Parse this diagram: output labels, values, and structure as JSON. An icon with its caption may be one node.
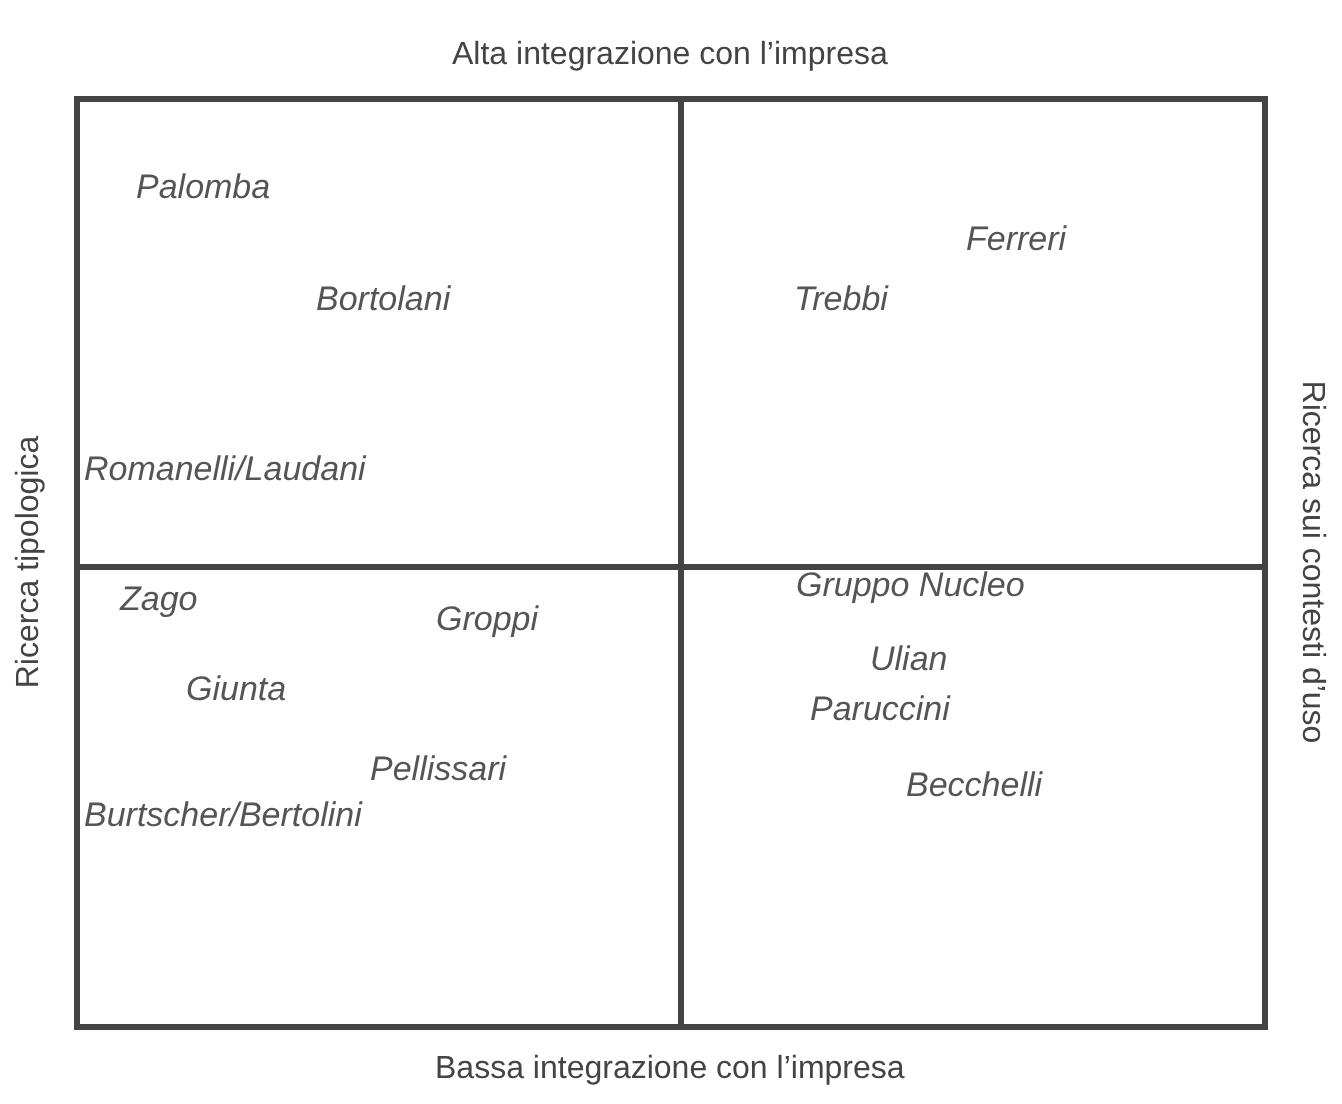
{
  "diagram": {
    "nodes": [
      {
        "text": [
          "Palomba",
          "Bortolani",
          "Romanelli/Laudani"
        ]
      },
      {
        "text": [
          "Ferreri",
          "Trebbi"
        ]
      },
      {
        "text": [
          "Zago",
          "Groppi",
          "Giunta",
          "Pellissari",
          "Burtscher/Bertolini"
        ]
      },
      {
        "text": [
          "Gruppo Nucleo",
          "Ulian",
          "Paruccini",
          "Becchelli"
        ]
      }
    ],
    "labels": [
      "Alta integrazione con l’impresa",
      "Ricerca tipologica",
      "Ricerca sui contesti d’uso",
      "Bassa integrazione con l’impresa"
    ]
  }
}
